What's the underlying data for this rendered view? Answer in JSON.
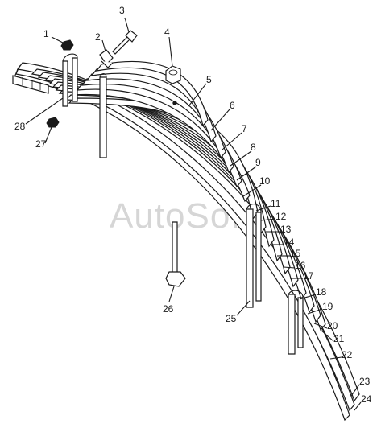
{
  "watermark": "AutoSoft",
  "callouts": [
    {
      "id": "c1",
      "text": "1"
    },
    {
      "id": "c2",
      "text": "2"
    },
    {
      "id": "c3",
      "text": "3"
    },
    {
      "id": "c4",
      "text": "4"
    },
    {
      "id": "c5",
      "text": "5"
    },
    {
      "id": "c6",
      "text": "6"
    },
    {
      "id": "c7",
      "text": "7"
    },
    {
      "id": "c8",
      "text": "8"
    },
    {
      "id": "c9",
      "text": "9"
    },
    {
      "id": "c10",
      "text": "10"
    },
    {
      "id": "c11",
      "text": "11"
    },
    {
      "id": "c12",
      "text": "12"
    },
    {
      "id": "c13",
      "text": "13"
    },
    {
      "id": "c14",
      "text": "14"
    },
    {
      "id": "c15",
      "text": "15"
    },
    {
      "id": "c16",
      "text": "16"
    },
    {
      "id": "c17",
      "text": "17"
    },
    {
      "id": "c18",
      "text": "18"
    },
    {
      "id": "c19",
      "text": "19"
    },
    {
      "id": "c20",
      "text": "20"
    },
    {
      "id": "c21",
      "text": "21"
    },
    {
      "id": "c22",
      "text": "22"
    },
    {
      "id": "c23",
      "text": "23"
    },
    {
      "id": "c24",
      "text": "24"
    },
    {
      "id": "c25",
      "text": "25"
    },
    {
      "id": "c26",
      "text": "26"
    },
    {
      "id": "c27",
      "text": "27"
    },
    {
      "id": "c28",
      "text": "28"
    }
  ]
}
